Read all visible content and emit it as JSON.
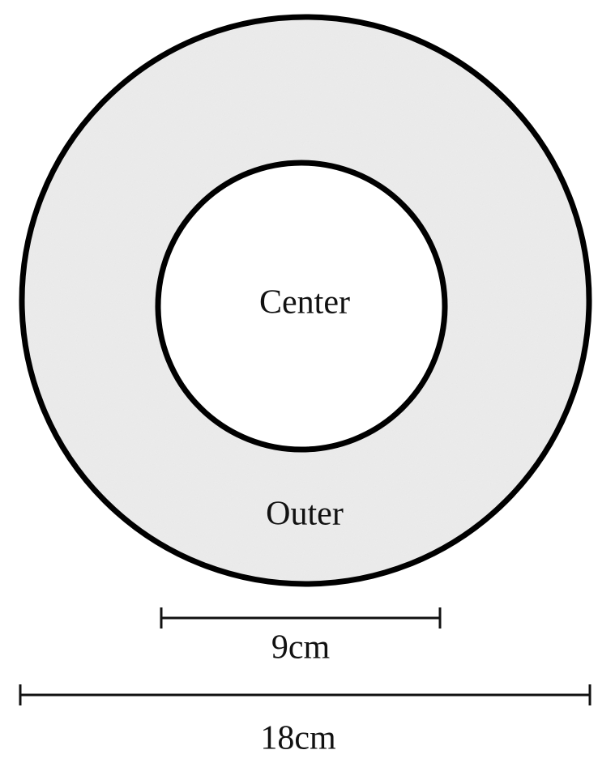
{
  "diagram": {
    "inner_label": "Center",
    "outer_label": "Outer",
    "inner_dimension": "9cm",
    "outer_dimension": "18cm",
    "colors": {
      "outer_ring_fill": "#ececec",
      "inner_circle_fill": "#ffffff",
      "stroke": "#000000"
    }
  }
}
